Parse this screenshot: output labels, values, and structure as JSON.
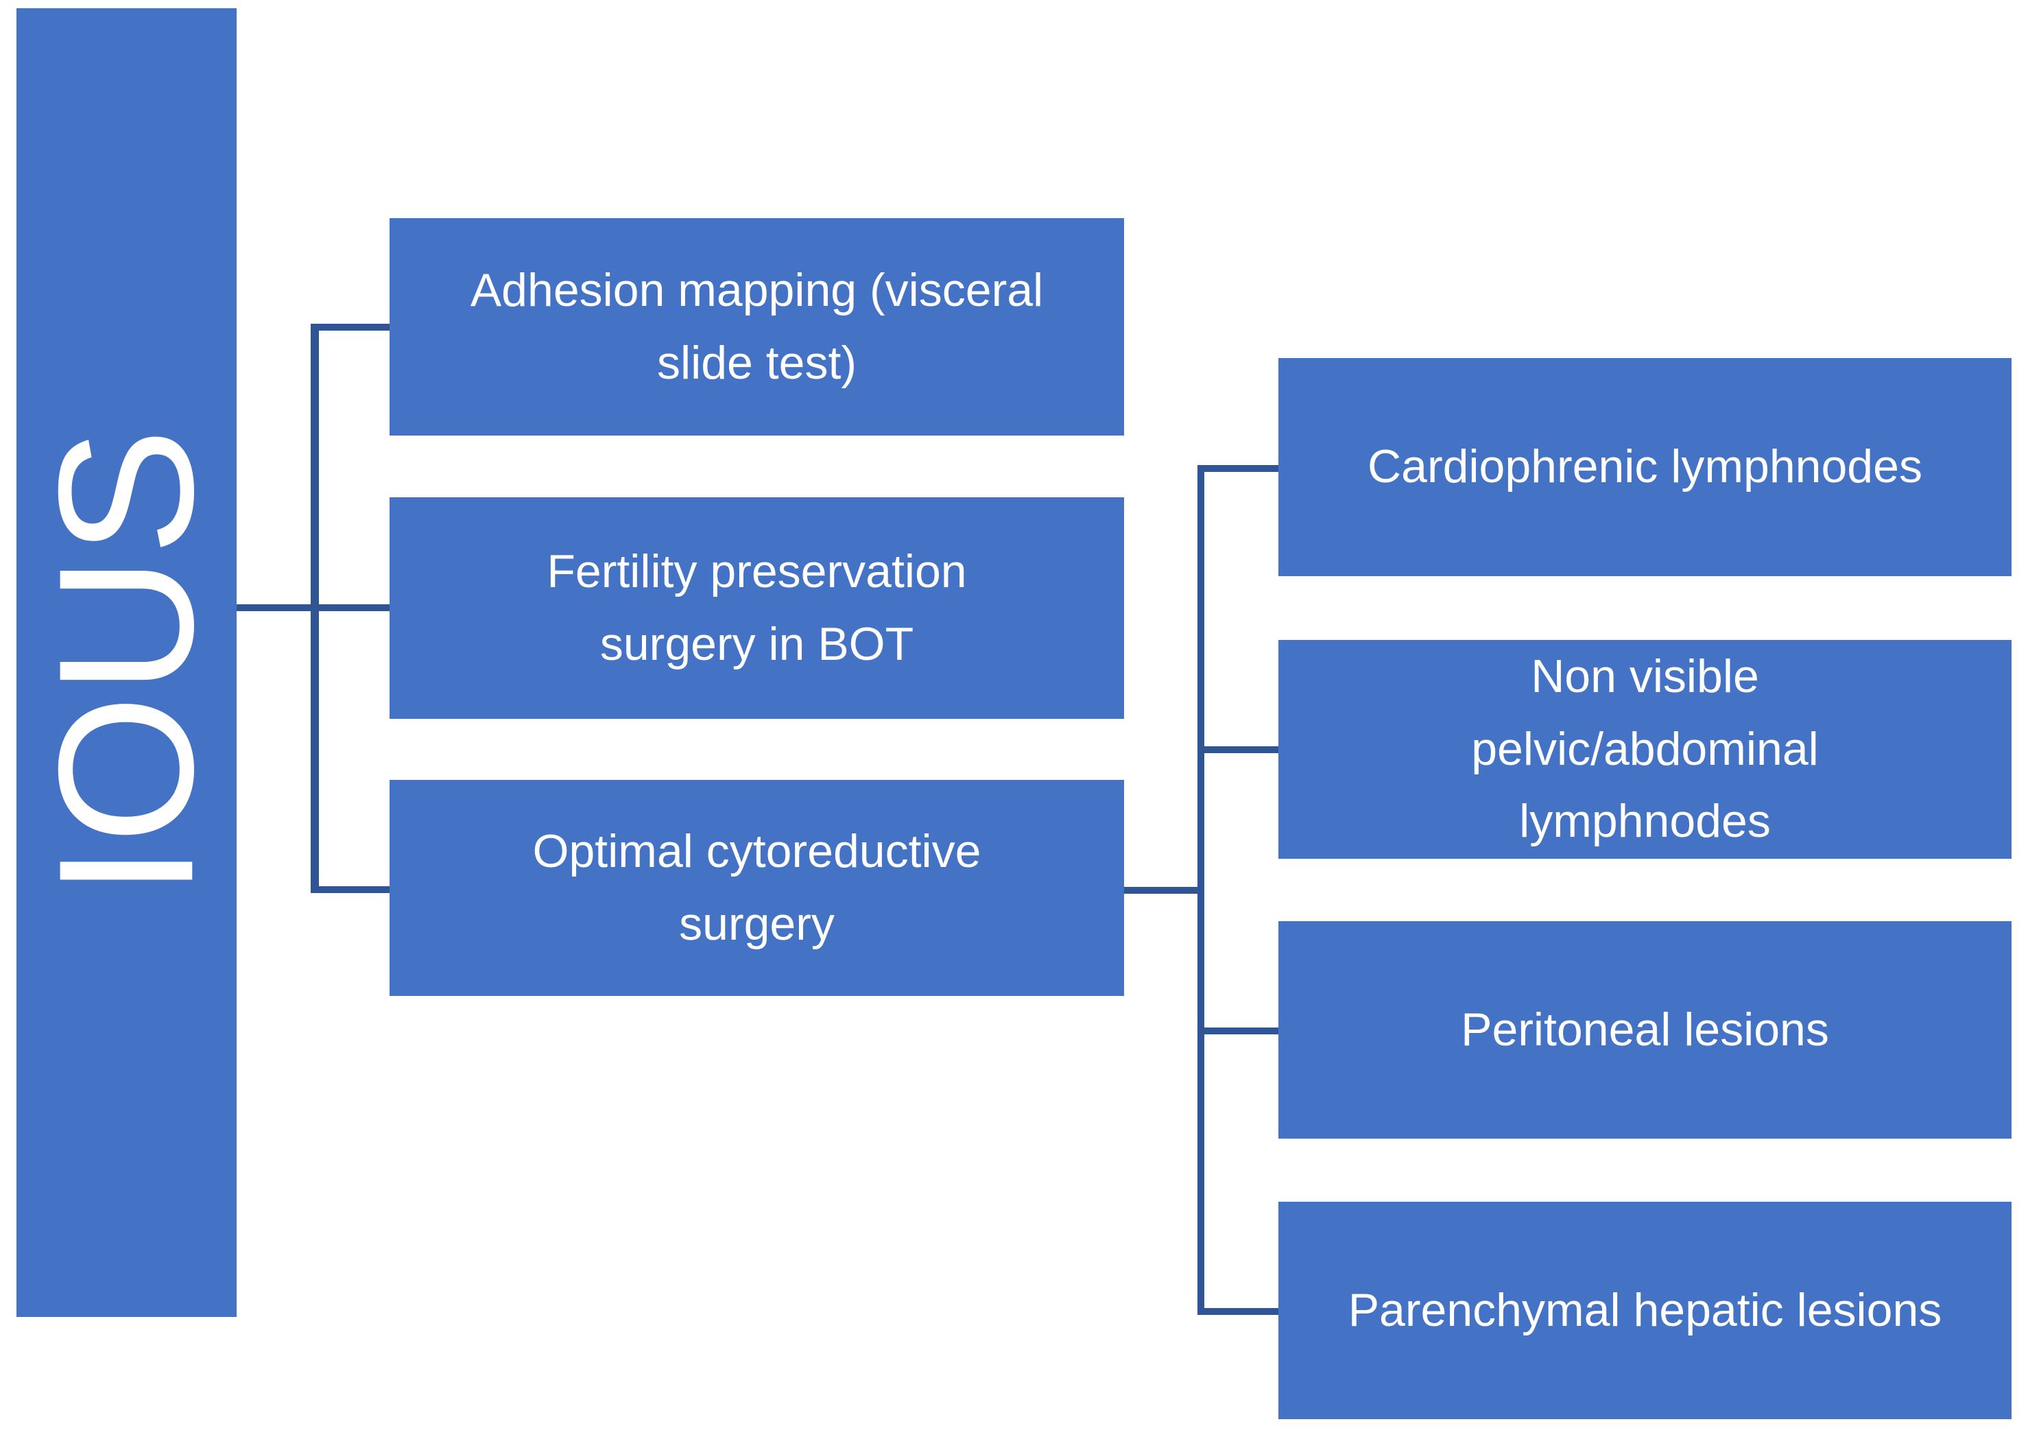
{
  "diagram": {
    "colors": {
      "box_fill": "#4472C4",
      "connector": "#2F5597",
      "text": "#FFFFFF"
    },
    "root": {
      "label": "IOUS"
    },
    "level1": [
      {
        "label": "Adhesion mapping (visceral\nslide test)"
      },
      {
        "label": "Fertility preservation\nsurgery in BOT"
      },
      {
        "label": "Optimal cytoreductive\nsurgery"
      }
    ],
    "level2": [
      {
        "label": "Cardiophrenic lymphnodes"
      },
      {
        "label": "Non visible\npelvic/abdominal\nlymphnodes"
      },
      {
        "label": "Peritoneal lesions"
      },
      {
        "label": "Parenchymal hepatic lesions"
      }
    ]
  }
}
